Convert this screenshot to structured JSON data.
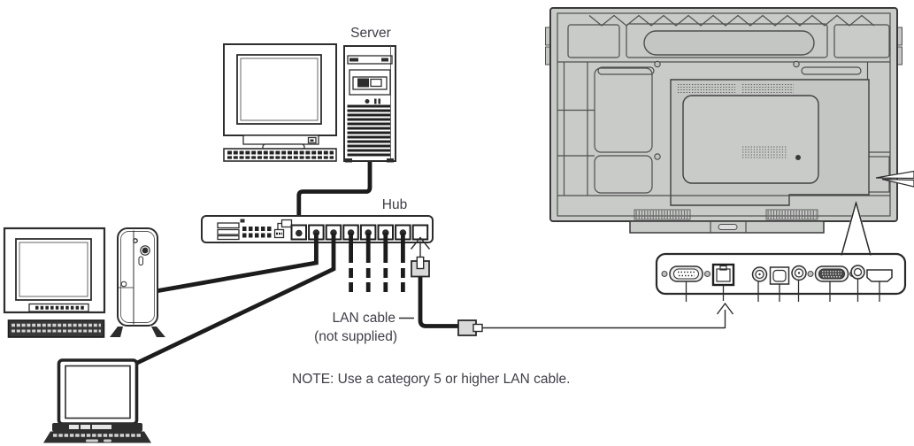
{
  "figure": {
    "labels": {
      "server": "Server",
      "hub": "Hub",
      "lan_cable": "LAN cable",
      "lan_cable_note": "(not supplied)",
      "footnote": "NOTE: Use a category 5 or higher LAN cable."
    },
    "colors": {
      "line": "#2d2d2d",
      "cable": "#1c1c1c",
      "text": "#3e3e48",
      "display_body": "#c9cbc9",
      "display_module": "#c4c6c4",
      "panel": "#ffffff"
    },
    "equipment": {
      "server": "server tower with desktop computer",
      "hub_ports": 8,
      "clients": [
        "desktop computer",
        "tower pc",
        "laptop"
      ],
      "display": "display rear view",
      "terminal_panel_connectors": [
        "RS-232C",
        "LAN",
        "audio jack",
        "optical audio",
        "audio jack",
        "VGA",
        "audio jack",
        "HDMI"
      ]
    }
  }
}
